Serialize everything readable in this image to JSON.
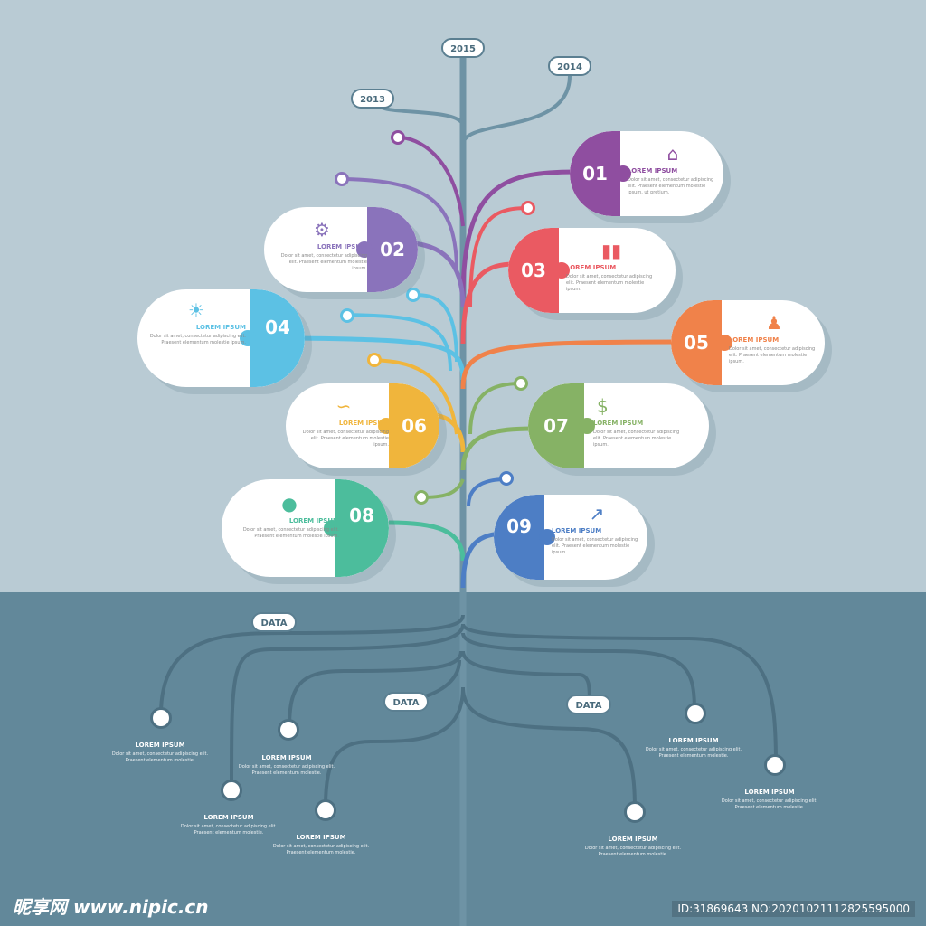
{
  "years": {
    "y2015": "2015",
    "y2014": "2014",
    "y2013": "2013"
  },
  "data_tags": [
    "DATA",
    "DATA",
    "DATA"
  ],
  "colors": {
    "sky": "#b9cbd4",
    "ground": "#62889a",
    "trunk": "#6e93a5",
    "c01": "#8f4ea0",
    "c02": "#8a73bb",
    "c03": "#ea5a62",
    "c04": "#5cc1e4",
    "c05": "#f0824a",
    "c06": "#f0b53c",
    "c07": "#86b265",
    "c08": "#4cbd9c",
    "c09": "#4d7ec5"
  },
  "cards": [
    {
      "num": "01",
      "icon": "home-icon",
      "glyph": "⌂",
      "heading": "LOREM IPSUM",
      "text": "Dolor sit amet, consectetur adipiscing elit. Praesent elementum molestie ipsum, ut pretium."
    },
    {
      "num": "02",
      "icon": "gears-icon",
      "glyph": "⚙",
      "heading": "LOREM IPSUM",
      "text": "Dolor sit amet, consectetur adipiscing elit. Praesent elementum molestie ipsum."
    },
    {
      "num": "03",
      "icon": "bar-chart-icon",
      "glyph": "▮▮",
      "heading": "LOREM IPSUM",
      "text": "Dolor sit amet, consectetur adipiscing elit. Praesent elementum molestie ipsum."
    },
    {
      "num": "04",
      "icon": "lightbulb-icon",
      "glyph": "☀",
      "heading": "LOREM IPSUM",
      "text": "Dolor sit amet, consectetur adipiscing elit. Praesent elementum molestie ipsum."
    },
    {
      "num": "05",
      "icon": "person-icon",
      "glyph": "♟",
      "heading": "LOREM IPSUM",
      "text": "Dolor sit amet, consectetur adipiscing elit. Praesent elementum molestie ipsum."
    },
    {
      "num": "06",
      "icon": "handshake-icon",
      "glyph": "∽",
      "heading": "LOREM IPSUM",
      "text": "Dolor sit amet, consectetur adipiscing elit. Praesent elementum molestie ipsum."
    },
    {
      "num": "07",
      "icon": "dollar-icon",
      "glyph": "$",
      "heading": "LOREM IPSUM",
      "text": "Dolor sit amet, consectetur adipiscing elit. Praesent elementum molestie ipsum."
    },
    {
      "num": "08",
      "icon": "globe-icon",
      "glyph": "●",
      "heading": "LOREM IPSUM",
      "text": "Dolor sit amet, consectetur adipiscing elit. Praesent elementum molestie ipsum."
    },
    {
      "num": "09",
      "icon": "line-chart-icon",
      "glyph": "↗",
      "heading": "LOREM IPSUM",
      "text": "Dolor sit amet, consectetur adipiscing elit. Praesent elementum molestie ipsum."
    }
  ],
  "roots": [
    {
      "heading": "LOREM IPSUM",
      "text": "Dolor sit amet, consectetur adipiscing elit. Praesent elementum molestie."
    },
    {
      "heading": "LOREM IPSUM",
      "text": "Dolor sit amet, consectetur adipiscing elit. Praesent elementum molestie."
    },
    {
      "heading": "LOREM IPSUM",
      "text": "Dolor sit amet, consectetur adipiscing elit. Praesent elementum molestie."
    },
    {
      "heading": "LOREM IPSUM",
      "text": "Dolor sit amet, consectetur adipiscing elit. Praesent elementum molestie."
    },
    {
      "heading": "LOREM IPSUM",
      "text": "Dolor sit amet, consectetur adipiscing elit. Praesent elementum molestie."
    },
    {
      "heading": "LOREM IPSUM",
      "text": "Dolor sit amet, consectetur adipiscing elit. Praesent elementum molestie."
    },
    {
      "heading": "LOREM IPSUM",
      "text": "Dolor sit amet, consectetur adipiscing elit. Praesent elementum molestie."
    }
  ],
  "watermark": {
    "left": "昵享网 www.nipic.cn",
    "right": "ID:31869643 NO:20201021112825595000"
  }
}
